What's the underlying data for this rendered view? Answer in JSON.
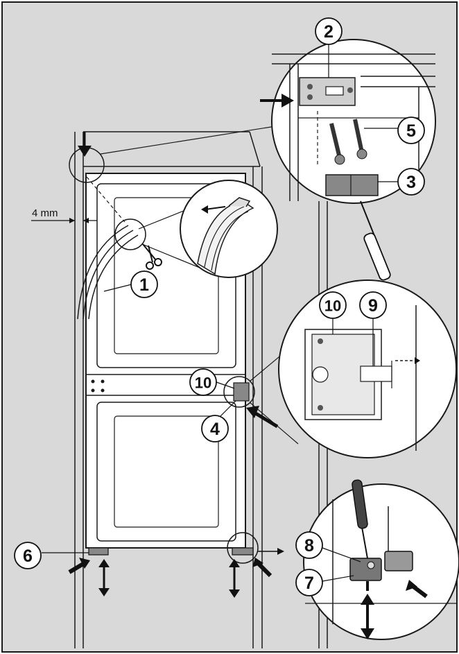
{
  "callouts": {
    "c1": "1",
    "c2": "2",
    "c3": "3",
    "c4": "4",
    "c5": "5",
    "c6": "6",
    "c7": "7",
    "c8": "8",
    "c9": "9",
    "c10_top": "10",
    "c10_mid": "10"
  },
  "gap_label": "4 mm",
  "colors": {
    "background": "#d9d9d9",
    "line": "#1a1a1a",
    "panel": "#ffffff",
    "part_dark": "#555555"
  }
}
